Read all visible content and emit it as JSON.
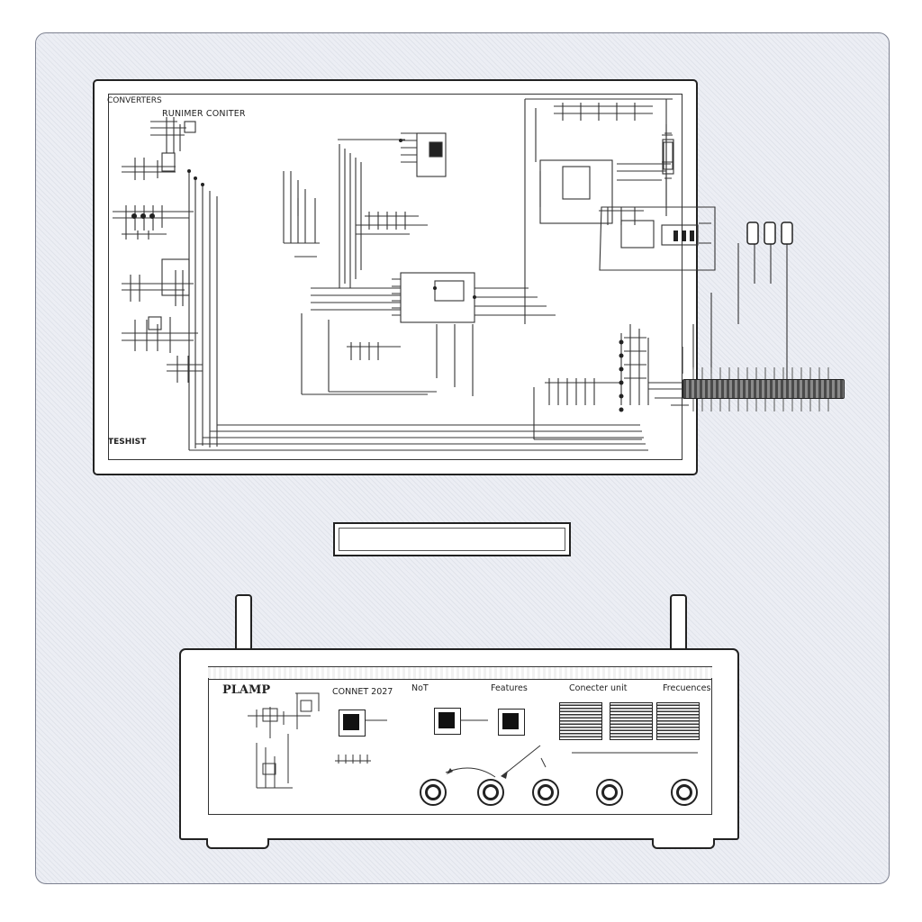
{
  "schematic": {
    "title": "CONVERTERS",
    "converter_label": "RUNIMER CONITER",
    "test_label": "TESHIST"
  },
  "device": {
    "logo": "PLAMP",
    "sections": {
      "connect": "CONNET 2027",
      "not": "NoT",
      "features": "Features",
      "connect_unit": "Conecter unit",
      "frequencies": "Frecuences"
    }
  },
  "colors": {
    "ink": "#222222",
    "panel_background": "#eceef4",
    "panel_border": "#7d8190"
  }
}
